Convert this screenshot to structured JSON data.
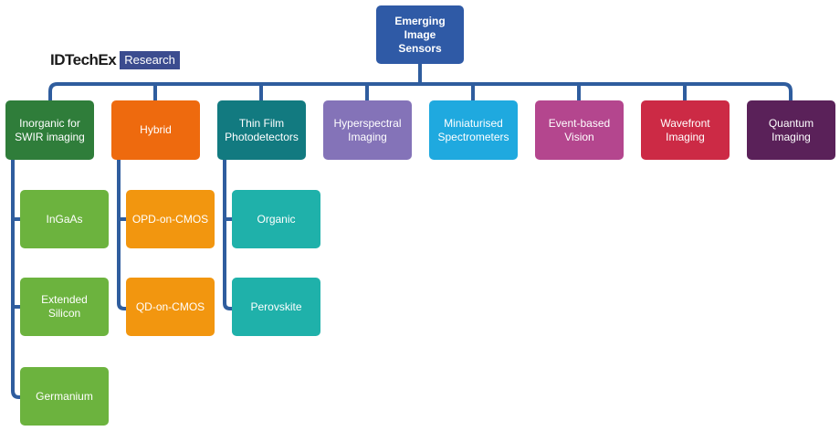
{
  "logo": {
    "brand": "IDTechEx",
    "suffix": "Research"
  },
  "colors": {
    "connector": "#2f5d9e",
    "root": "#2f5aa6",
    "inorganic": "#2f7d3a",
    "inorganic_child": "#6cb33e",
    "hybrid": "#ee6a0e",
    "hybrid_child": "#f2960f",
    "thinfilm": "#127a80",
    "thinfilm_child": "#1fb1aa",
    "hyperspectral": "#8473b8",
    "miniaturised": "#1fa9df",
    "event": "#b4468e",
    "wavefront": "#cc2a45",
    "quantum": "#5a2159"
  },
  "root": {
    "label": "Emerging\nImage Sensors"
  },
  "categories": [
    {
      "label": "Inorganic for\nSWIR imaging",
      "children": [
        "InGaAs",
        "Extended\nSilicon",
        "Germanium"
      ]
    },
    {
      "label": "Hybrid",
      "children": [
        "OPD-on-CMOS",
        "QD-on-CMOS"
      ]
    },
    {
      "label": "Thin Film\nPhotodetectors",
      "children": [
        "Organic",
        "Perovskite"
      ]
    },
    {
      "label": "Hyperspectral\nImaging",
      "children": []
    },
    {
      "label": "Miniaturised\nSpectrometers",
      "children": []
    },
    {
      "label": "Event-based\nVision",
      "children": []
    },
    {
      "label": "Wavefront\nImaging",
      "children": []
    },
    {
      "label": "Quantum\nImaging",
      "children": []
    }
  ]
}
